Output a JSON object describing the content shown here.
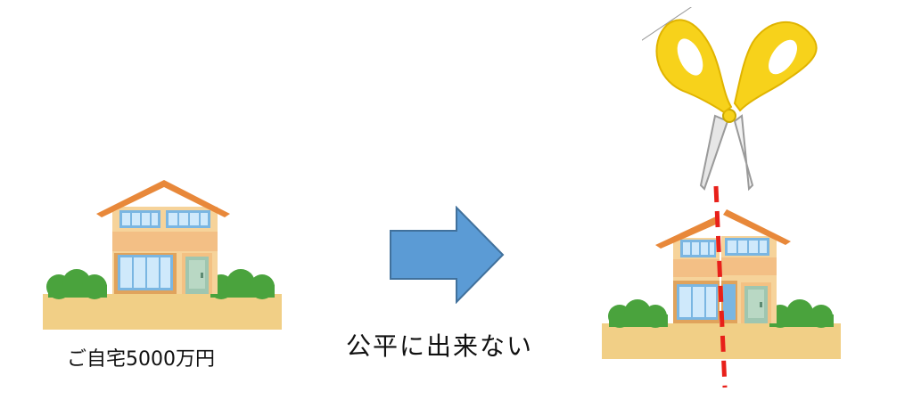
{
  "left_panel": {
    "caption": "ご自宅5000万円",
    "illustration": "house-icon"
  },
  "middle": {
    "arrow": "arrow-right-icon",
    "caption": "公平に出来ない"
  },
  "right_panel": {
    "illustration": "house-icon",
    "tool": "scissors-icon",
    "cut_line": "dashed-cut-line"
  },
  "colors": {
    "roof": "#e8883a",
    "wall": "#f6d39a",
    "wall_band": "#f3bf85",
    "window_frame": "#7ab6e2",
    "window_glass": "#cfe9fb",
    "door": "#9fc6b0",
    "bush": "#4aa33d",
    "ground": "#f1cf86",
    "arrow": "#5b9bd5",
    "arrow_stroke": "#41719c",
    "scissors_handle": "#f7d21b",
    "cut_line": "#e8201a"
  }
}
